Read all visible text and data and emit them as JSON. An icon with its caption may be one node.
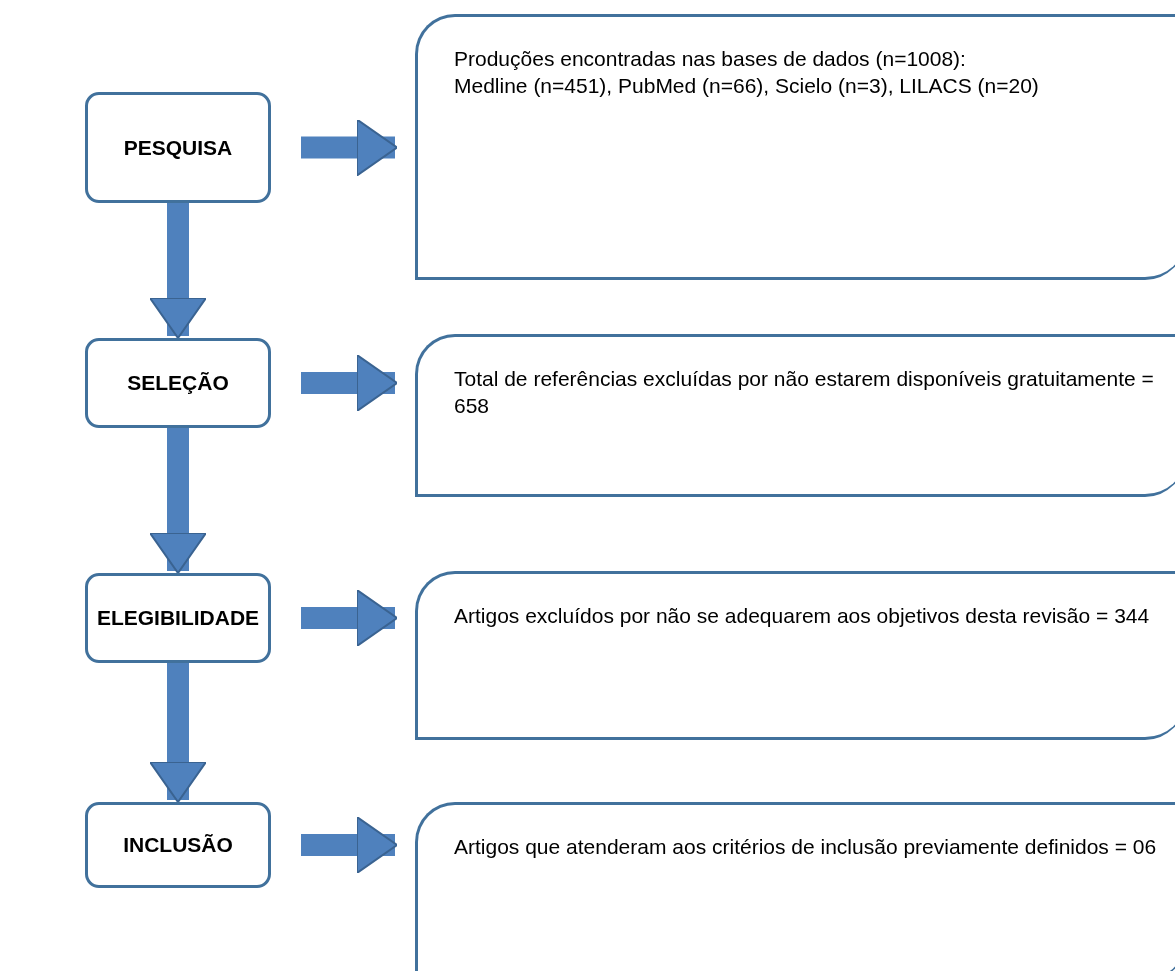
{
  "diagram": {
    "nodes": [
      {
        "text": [
          "PESQUISA"
        ]
      },
      {
        "text": [
          "Produções encontradas nas bases de dados (n=1008):",
          "Medline (n=451), PubMed (n=66), Scielo (n=3), LILACS (n=20)"
        ]
      },
      {
        "text": [
          "SELEÇÃO"
        ]
      },
      {
        "text": [
          "Total de referências excluídas por não estarem disponíveis gratuitamente = 658"
        ]
      },
      {
        "text": [
          "ELEGIBILIDADE"
        ]
      },
      {
        "text": [
          "Artigos excluídos por não se adequarem aos objetivos desta revisão = 344"
        ]
      },
      {
        "text": [
          "INCLUSÃO"
        ]
      },
      {
        "text": [
          "Artigos que atenderam aos critérios de inclusão previamente definidos = 06"
        ]
      }
    ],
    "edges": [
      {
        "from": 0,
        "to": 1,
        "arrow": "to"
      },
      {
        "from": 0,
        "to": 2,
        "arrow": "to"
      },
      {
        "from": 2,
        "to": 3,
        "arrow": "to"
      },
      {
        "from": 2,
        "to": 4,
        "arrow": "to"
      },
      {
        "from": 4,
        "to": 5,
        "arrow": "to"
      },
      {
        "from": 4,
        "to": 6,
        "arrow": "to"
      },
      {
        "from": 6,
        "to": 7,
        "arrow": "to"
      }
    ]
  }
}
